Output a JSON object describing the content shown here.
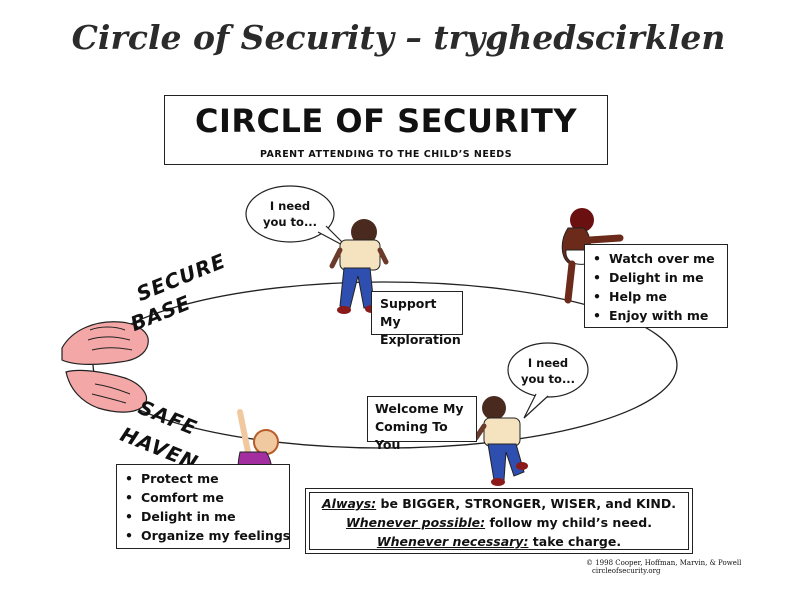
{
  "page_title": "Circle of Security – tryghedscirklen",
  "header": {
    "title": "CIRCLE OF SECURITY",
    "subtitle": "PARENT ATTENDING TO THE CHILD’S NEEDS"
  },
  "arc_labels": {
    "secure": "SECURE",
    "base": "BASE",
    "safe": "SAFE",
    "haven": "HAVEN"
  },
  "bubbles": {
    "top": [
      "I need",
      "you to..."
    ],
    "bottom": [
      "I need",
      "you to..."
    ]
  },
  "boxes": {
    "support": [
      "Support My",
      "Exploration"
    ],
    "welcome": [
      "Welcome My",
      "Coming To You"
    ]
  },
  "top_needs": [
    "Watch over me",
    "Delight in me",
    "Help me",
    "Enjoy with me"
  ],
  "bottom_needs": [
    "Protect me",
    "Comfort me",
    "Delight in me",
    "Organize my feelings"
  ],
  "footer": {
    "line1_em": "Always:",
    "line1_rest": " be BIGGER, STRONGER, WISER, and KIND.",
    "line2_em": "Whenever possible:",
    "line2_rest": " follow my child’s need.",
    "line3_em": "Whenever necessary:",
    "line3_rest": " take charge."
  },
  "copyright": {
    "line1": "© 1998 Cooper, Hoffman, Marvin, & Powell",
    "line2": "circleofsecurity.org"
  }
}
